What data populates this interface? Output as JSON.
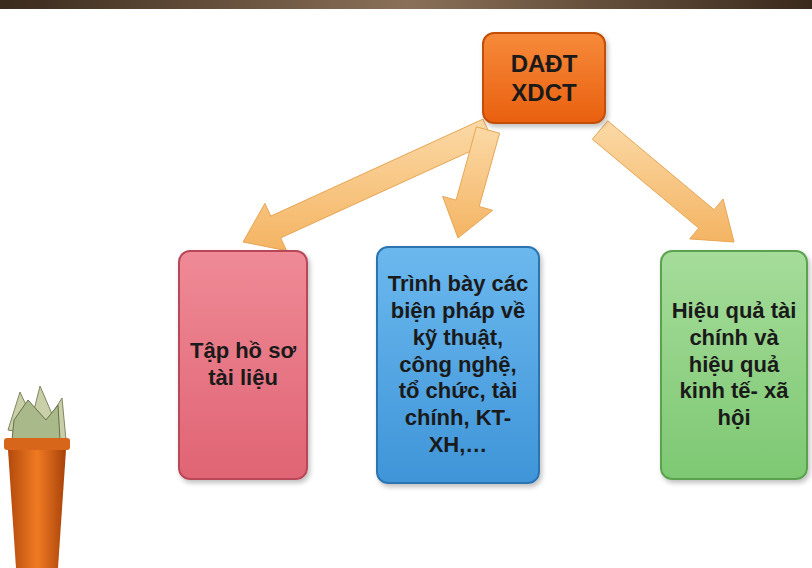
{
  "diagram": {
    "nodes": [
      {
        "text": [
          "DAĐT XDCT"
        ]
      },
      {
        "text": [
          "Tập hồ sơ tài liệu"
        ]
      },
      {
        "text": [
          "Trình bày các biện pháp về kỹ thuật, công nghệ, tổ chức, tài chính, KT-XH,…"
        ]
      },
      {
        "text": [
          "Hiệu quả tài chính và hiệu quả kinh tế- xã hội"
        ]
      }
    ],
    "edges": [
      {
        "from": 0,
        "to": 1,
        "arrow": "to"
      },
      {
        "from": 0,
        "to": 2,
        "arrow": "to"
      },
      {
        "from": 0,
        "to": 3,
        "arrow": "to"
      }
    ]
  }
}
